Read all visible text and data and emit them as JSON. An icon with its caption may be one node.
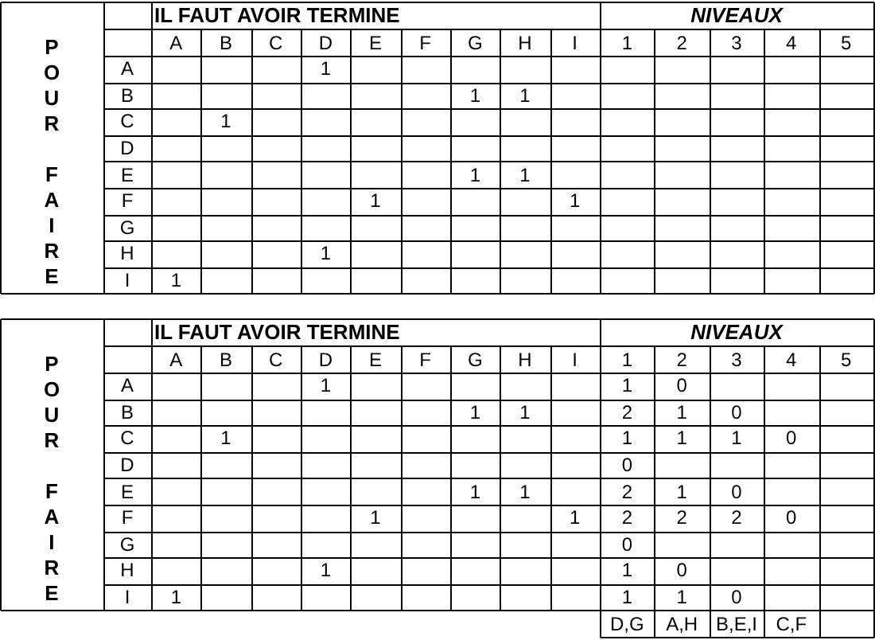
{
  "diagram": {
    "labels": [
      "IL FAUT AVOIR TERMINE",
      "NIVEAUX",
      "POUR",
      "A",
      "B",
      "C",
      "D",
      "E",
      "F",
      "G",
      "H",
      "I",
      "1",
      "2",
      "3",
      "4",
      "5",
      "A",
      "1",
      "B",
      "1",
      "1",
      "C",
      "1",
      "D",
      "FAIRE",
      "E",
      "1",
      "1",
      "F",
      "1",
      "1",
      "G",
      "H",
      "1",
      "I",
      "1",
      "IL FAUT AVOIR TERMINE",
      "NIVEAUX",
      "POUR",
      "A",
      "B",
      "C",
      "D",
      "E",
      "F",
      "G",
      "H",
      "I",
      "1",
      "2",
      "3",
      "4",
      "5",
      "A",
      "1",
      "1",
      "0",
      "B",
      "1",
      "1",
      "2",
      "1",
      "0",
      "C",
      "1",
      "1",
      "1",
      "1",
      "0",
      "D",
      "0",
      "FAIRE",
      "E",
      "1",
      "1",
      "2",
      "1",
      "0",
      "F",
      "1",
      "1",
      "2",
      "2",
      "2",
      "0",
      "G",
      "0",
      "H",
      "1",
      "1",
      "0",
      "I",
      "1",
      "1",
      "1",
      "0",
      "D,G",
      "A,H",
      "B,E,I",
      "C,F"
    ]
  }
}
